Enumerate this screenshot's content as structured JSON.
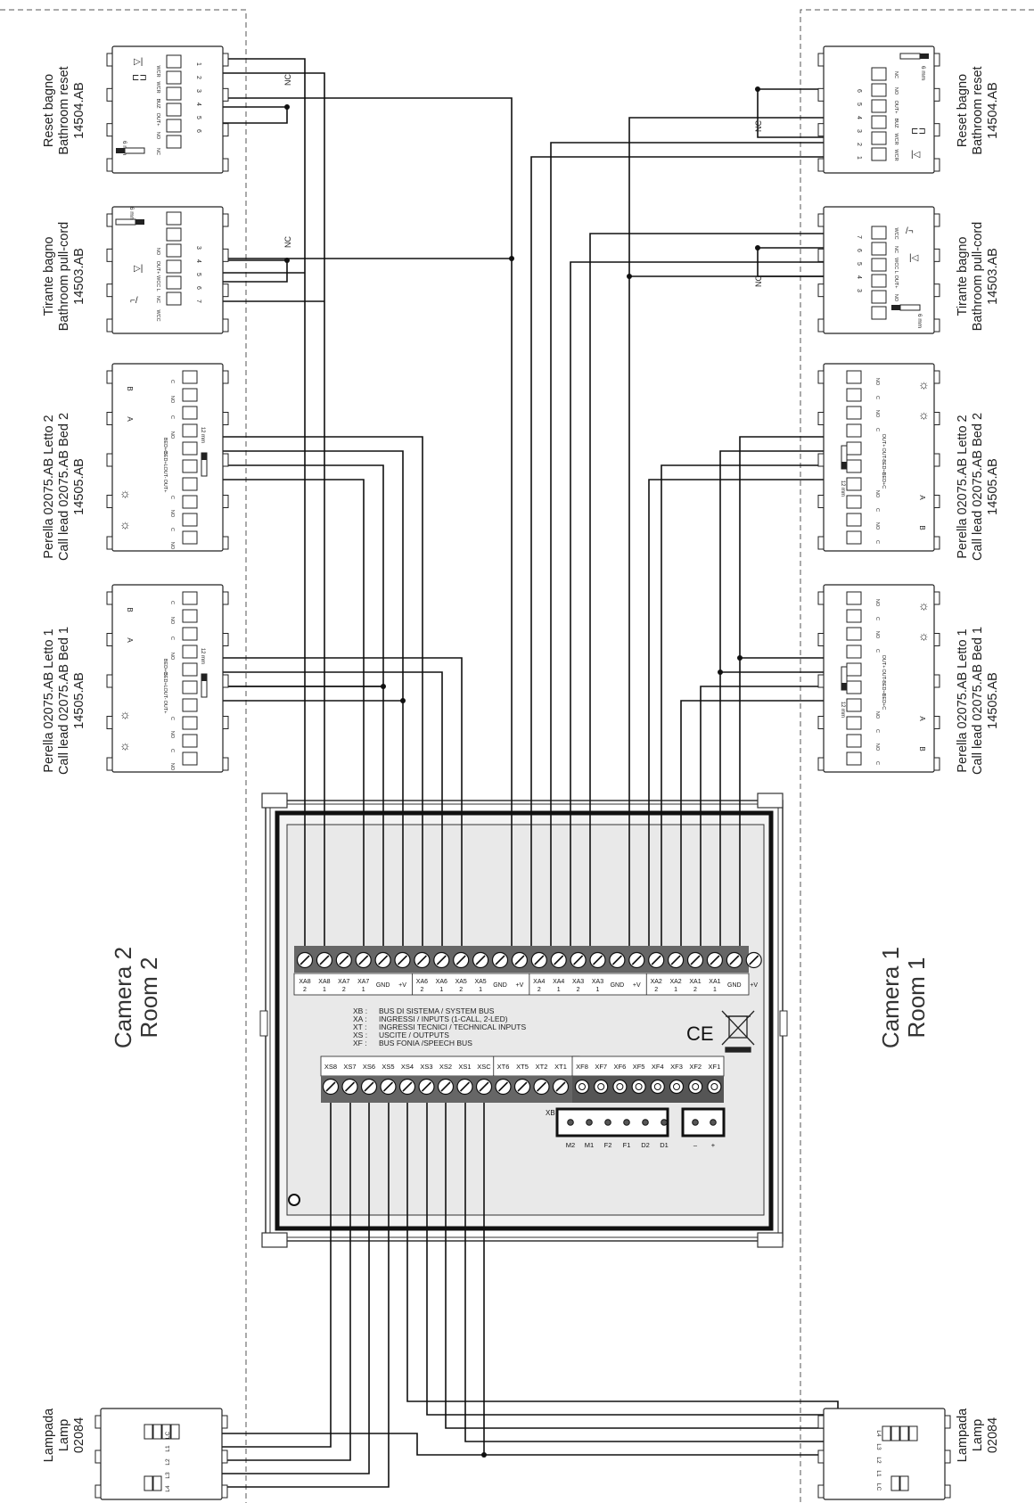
{
  "rooms": {
    "left": {
      "line1": "Camera 2",
      "line2": "Room 2"
    },
    "right": {
      "line1": "Camera 1",
      "line2": "Room 1"
    }
  },
  "devices": {
    "left_reset": {
      "line1": "Reset bagno",
      "line2": "Bathroom reset",
      "line3": "14504.AB"
    },
    "left_pullcord": {
      "line1": "Tirante bagno",
      "line2": "Bathroom pull-cord",
      "line3": "14503.AB"
    },
    "left_bed2": {
      "line1": "Perella 02075.AB Letto 2",
      "line2": "Call lead 02075.AB Bed 2",
      "line3": "14505.AB"
    },
    "left_bed1": {
      "line1": "Perella 02075.AB Letto 1",
      "line2": "Call lead 02075.AB Bed 1",
      "line3": "14505.AB"
    },
    "left_lamp": {
      "line1": "Lampada",
      "line2": "Lamp",
      "line3": "02084"
    },
    "right_reset": {
      "line1": "Reset bagno",
      "line2": "Bathroom reset",
      "line3": "14504.AB"
    },
    "right_pullcord": {
      "line1": "Tirante bagno",
      "line2": "Bathroom pull-cord",
      "line3": "14503.AB"
    },
    "right_bed2": {
      "line1": "Perella 02075.AB Letto 2",
      "line2": "Call lead 02075.AB Bed 2",
      "line3": "14505.AB"
    },
    "right_bed1": {
      "line1": "Perella 02075.AB Letto 1",
      "line2": "Call lead 02075.AB Bed 1",
      "line3": "14505.AB"
    },
    "right_lamp": {
      "line1": "Lampada",
      "line2": "Lamp",
      "line3": "02084"
    }
  },
  "nc_label": "NC",
  "reset_terms_left": {
    "labels": [
      "WCR",
      "WCR",
      "BUZ",
      "OUT+",
      "NO",
      "NC"
    ],
    "numbers": [
      "1",
      "2",
      "3",
      "4",
      "5",
      "6"
    ]
  },
  "reset_terms_right": {
    "labels": [
      "NC",
      "NO",
      "OUT+",
      "BUZ",
      "WCR",
      "WCR"
    ],
    "numbers": [
      "6",
      "5",
      "4",
      "3",
      "2",
      "1"
    ]
  },
  "pull_terms_left": {
    "labels": [
      "NO",
      "OUT+",
      "WCC L",
      "NC",
      "WCC"
    ],
    "numbers": [
      "3",
      "4",
      "5",
      "6",
      "7"
    ]
  },
  "pull_terms_right": {
    "labels": [
      "WCC",
      "NC",
      "WCC L",
      "OUT+",
      "NO"
    ],
    "numbers": [
      "7",
      "6",
      "5",
      "4",
      "3"
    ]
  },
  "mm6": "6 mm",
  "mm12": "12 mm",
  "bed_terms_left": {
    "ab": [
      "B",
      "A"
    ],
    "relay": [
      "C",
      "NO",
      "C",
      "NO"
    ],
    "outs": [
      "BED+C",
      "BED+L",
      "OUT-",
      "OUT+"
    ],
    "lamps": [
      "C",
      "NO",
      "C",
      "NO"
    ]
  },
  "bed_terms_right": {
    "lamps": [
      "NO",
      "C",
      "NO",
      "C"
    ],
    "outs": [
      "OUT+",
      "OUT-",
      "BED+L",
      "BED+C"
    ],
    "relay": [
      "NO",
      "C",
      "NO",
      "C"
    ],
    "ab": [
      "A",
      "B"
    ]
  },
  "lamp_terms_left": [
    "LC",
    "L1",
    "L2",
    "L3",
    "L4"
  ],
  "lamp_terms_right": [
    "L4",
    "L3",
    "L2",
    "L1",
    "LC"
  ],
  "top_terminals": [
    {
      "name": "XA8",
      "sub": "2"
    },
    {
      "name": "XA8",
      "sub": "1"
    },
    {
      "name": "XA7",
      "sub": "2"
    },
    {
      "name": "XA7",
      "sub": "1"
    },
    {
      "name": "GND",
      "sub": ""
    },
    {
      "name": "+V",
      "sub": ""
    },
    {
      "name": "XA6",
      "sub": "2"
    },
    {
      "name": "XA6",
      "sub": "1"
    },
    {
      "name": "XA5",
      "sub": "2"
    },
    {
      "name": "XA5",
      "sub": "1"
    },
    {
      "name": "GND",
      "sub": ""
    },
    {
      "name": "+V",
      "sub": ""
    },
    {
      "name": "XA4",
      "sub": "2"
    },
    {
      "name": "XA4",
      "sub": "1"
    },
    {
      "name": "XA3",
      "sub": "2"
    },
    {
      "name": "XA3",
      "sub": "1"
    },
    {
      "name": "GND",
      "sub": ""
    },
    {
      "name": "+V",
      "sub": ""
    },
    {
      "name": "XA2",
      "sub": "2"
    },
    {
      "name": "XA2",
      "sub": "1"
    },
    {
      "name": "XA1",
      "sub": "2"
    },
    {
      "name": "XA1",
      "sub": "1"
    },
    {
      "name": "GND",
      "sub": ""
    },
    {
      "name": "+V",
      "sub": ""
    }
  ],
  "legend": [
    {
      "key": "XB :",
      "text": "BUS DI SISTEMA / SYSTEM BUS"
    },
    {
      "key": "XA :",
      "text": "INGRESSI / INPUTS  (1-CALL, 2-LED)"
    },
    {
      "key": "XT :",
      "text": "INGRESSI TECNICI / TECHNICAL INPUTS"
    },
    {
      "key": "XS :",
      "text": "USCITE / OUTPUTS"
    },
    {
      "key": "XF :",
      "text": "BUS FONIA /SPEECH BUS"
    }
  ],
  "bottom_terminals_left": [
    "XS8",
    "XS7",
    "XS6",
    "XS5",
    "XS4",
    "XS3",
    "XS2",
    "XS1",
    "XSC",
    "XT6",
    "XT5",
    "XT2",
    "XT1"
  ],
  "bottom_terminals_right": [
    "XF8",
    "XF7",
    "XF6",
    "XF5",
    "XF4",
    "XF3",
    "XF2",
    "XF1"
  ],
  "xb_label": "XB",
  "xb_pins": [
    "M2",
    "M1",
    "F2",
    "F1",
    "D2",
    "D1",
    "–",
    "+"
  ],
  "ce_mark": "CE"
}
